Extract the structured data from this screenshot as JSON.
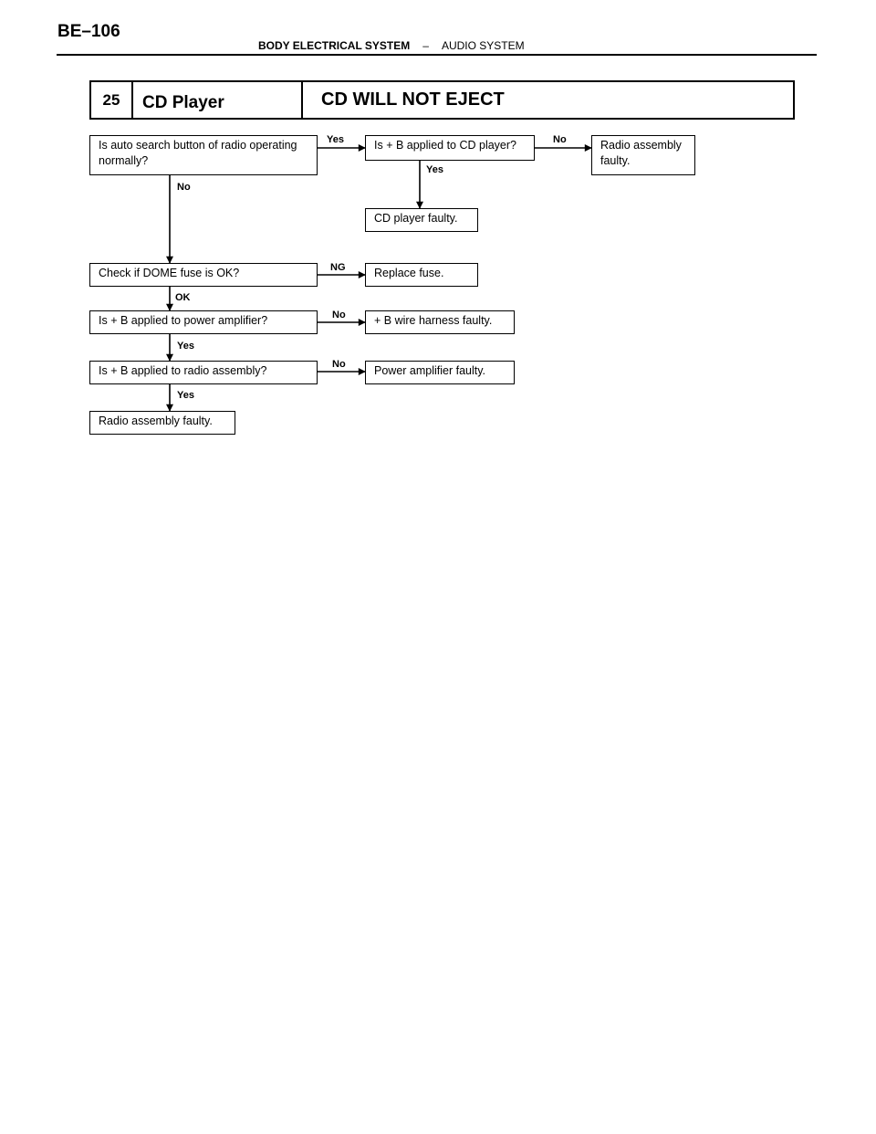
{
  "header": {
    "page_number": "BE–106",
    "section_system": "BODY ELECTRICAL SYSTEM",
    "section_separator": "–",
    "section_subsystem": "AUDIO SYSTEM"
  },
  "title_bar": {
    "number": "25",
    "component": "CD Player",
    "problem": "CD WILL NOT EJECT"
  },
  "flow": {
    "boxes": {
      "auto_search": "Is auto search button of radio operating normally?",
      "cd_b_applied": "Is + B applied to CD player?",
      "radio_faulty_1": "Radio assembly faulty.",
      "cd_player_faulty": "CD player faulty.",
      "dome_fuse": "Check if DOME fuse is OK?",
      "replace_fuse": "Replace fuse.",
      "amp_b_applied": "Is + B applied to power amplifier?",
      "b_wire_faulty": "+ B wire harness faulty.",
      "radio_b_applied": "Is + B applied to radio assembly?",
      "amp_faulty": "Power amplifier faulty.",
      "radio_faulty_2": "Radio assembly faulty."
    },
    "labels": {
      "yes_1": "Yes",
      "no_1": "No",
      "yes_2": "Yes",
      "no_2": "No",
      "ng": "NG",
      "ok": "OK",
      "no_3": "No",
      "yes_3": "Yes",
      "no_4": "No",
      "yes_4": "Yes"
    }
  }
}
